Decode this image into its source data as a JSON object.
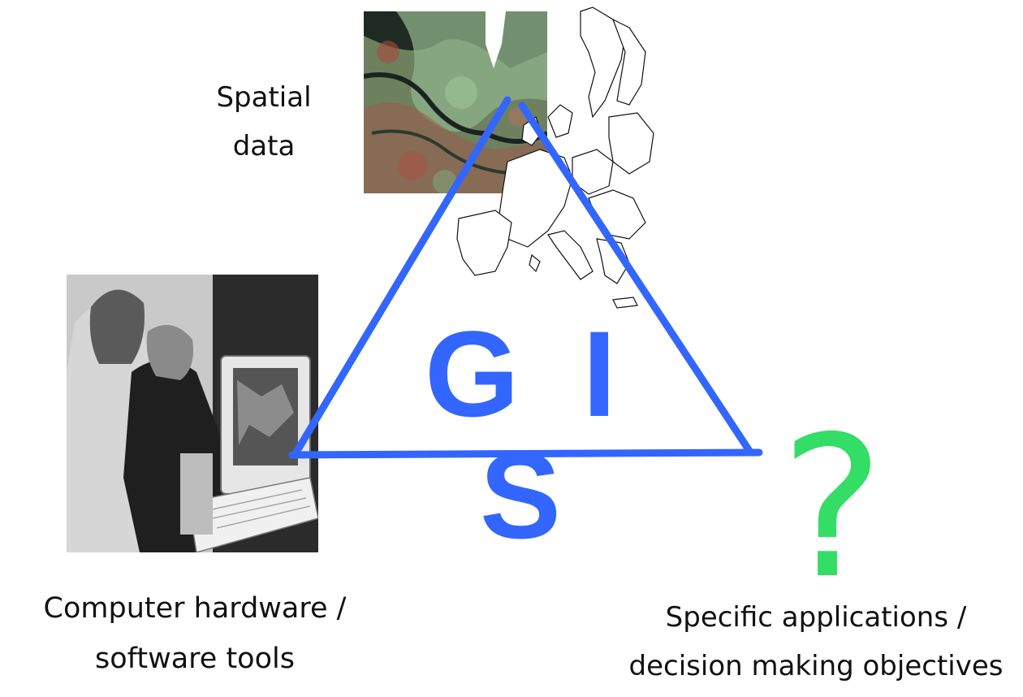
{
  "diagram": {
    "center_label": "G I S",
    "spatial_label": {
      "line1": "Spatial",
      "line2": "data"
    },
    "hardware_label": {
      "line1": "Computer hardware /",
      "line2": "software tools"
    },
    "application_label": {
      "line1": "Specific applications /",
      "line2": "decision making objectives"
    },
    "question_mark": "?"
  },
  "colors": {
    "triangle": "#3366ff",
    "gis_text": "#3366ff",
    "question": "#33dd66"
  },
  "images": {
    "satellite": "satellite-image",
    "europe": "europe-map-outline",
    "photo": "people-at-computer-photo"
  }
}
